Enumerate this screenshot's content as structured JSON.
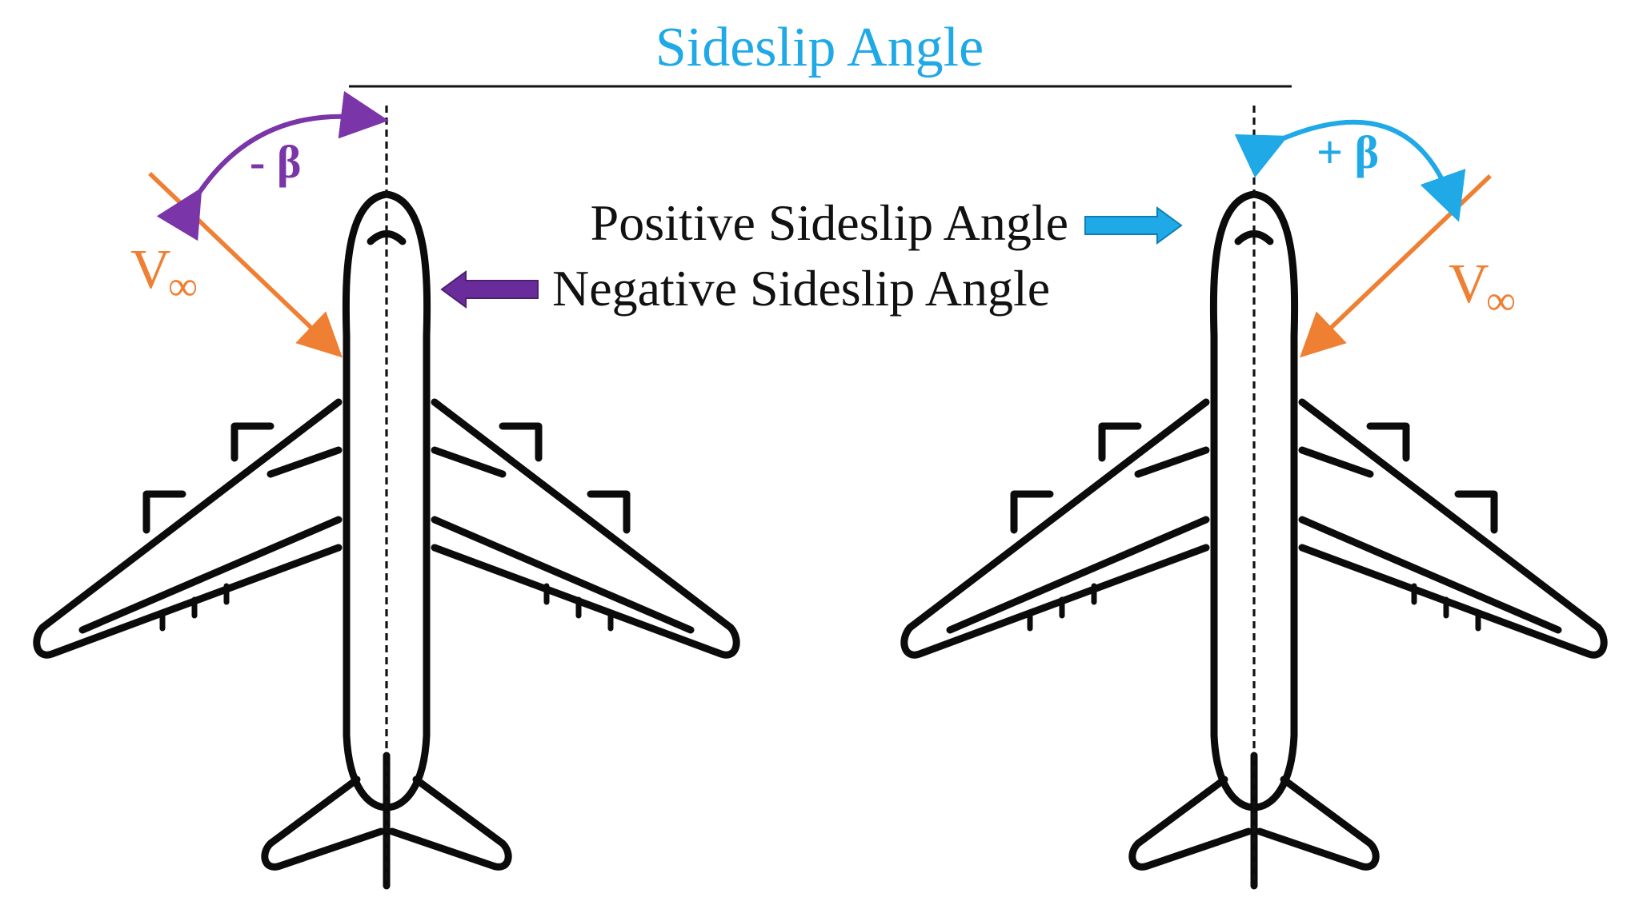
{
  "title": "Sideslip Angle",
  "legend": {
    "positive_label": "Positive Sideslip Angle",
    "negative_label": "Negative Sideslip Angle"
  },
  "left_aircraft": {
    "beta_label": "- β",
    "velocity_symbol": "V",
    "velocity_subscript": "∞"
  },
  "right_aircraft": {
    "beta_label": "+ β",
    "velocity_symbol": "V",
    "velocity_subscript": "∞"
  },
  "colors": {
    "title": "#1fa9e6",
    "positive_arrow": "#1fa9e6",
    "negative_arrow": "#6a2c9a",
    "negative_beta": "#7a35a8",
    "velocity": "#ef7f32",
    "aircraft_outline": "#0b0b0b"
  }
}
